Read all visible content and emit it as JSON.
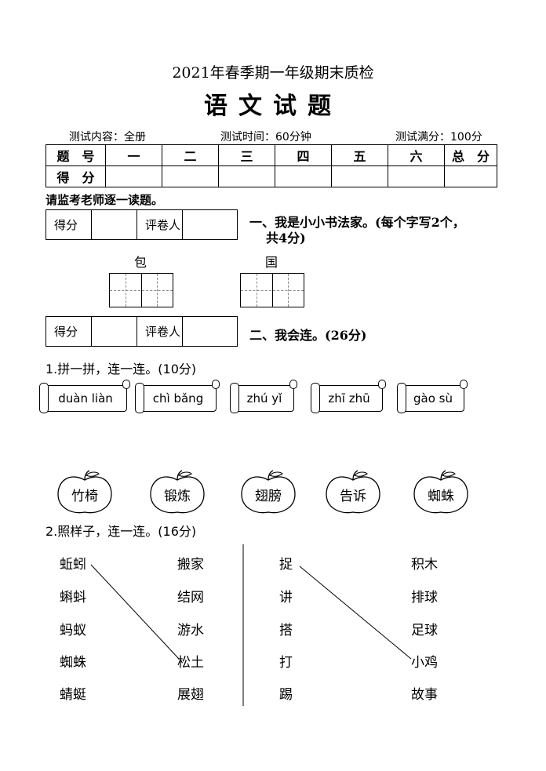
{
  "header": {
    "title": "2021年春季期一年级期末质检",
    "subject": "语文试题",
    "content_label": "测试内容：全册",
    "time_label": "测试时间：60分钟",
    "score_label": "测试满分：100分"
  },
  "score_table": {
    "row1": [
      "题　号",
      "一",
      "二",
      "三",
      "四",
      "五",
      "六",
      "总　分"
    ],
    "row2_label": "得　分"
  },
  "instruction": "请监考老师逐一读题。",
  "grader": {
    "score": "得分",
    "reviewer": "评卷人"
  },
  "section1": {
    "title_line1": "一、我是小小书法家。(每个字写2个，",
    "title_line2": "共4分)",
    "chars": [
      "包",
      "国"
    ]
  },
  "section2": {
    "title": "二、我会连。(26分)",
    "q1": "1.拼一拼，连一连。(10分)",
    "pinyin": [
      "duàn liàn",
      "chì bǎng",
      "zhú yǐ",
      "zhī zhū",
      "gào sù"
    ],
    "words": [
      "竹椅",
      "锻炼",
      "翅膀",
      "告诉",
      "蜘蛛"
    ],
    "q2": "2.照样子，连一连。(16分)",
    "left_col_a": [
      "蚯蚓",
      "蝌蚪",
      "蚂蚁",
      "蜘蛛",
      "蜻蜓"
    ],
    "left_col_b": [
      "搬家",
      "结网",
      "游水",
      "松土",
      "展翅"
    ],
    "right_col_a": [
      "捉",
      "讲",
      "搭",
      "打",
      "踢"
    ],
    "right_col_b": [
      "积木",
      "排球",
      "足球",
      "小鸡",
      "故事"
    ]
  }
}
